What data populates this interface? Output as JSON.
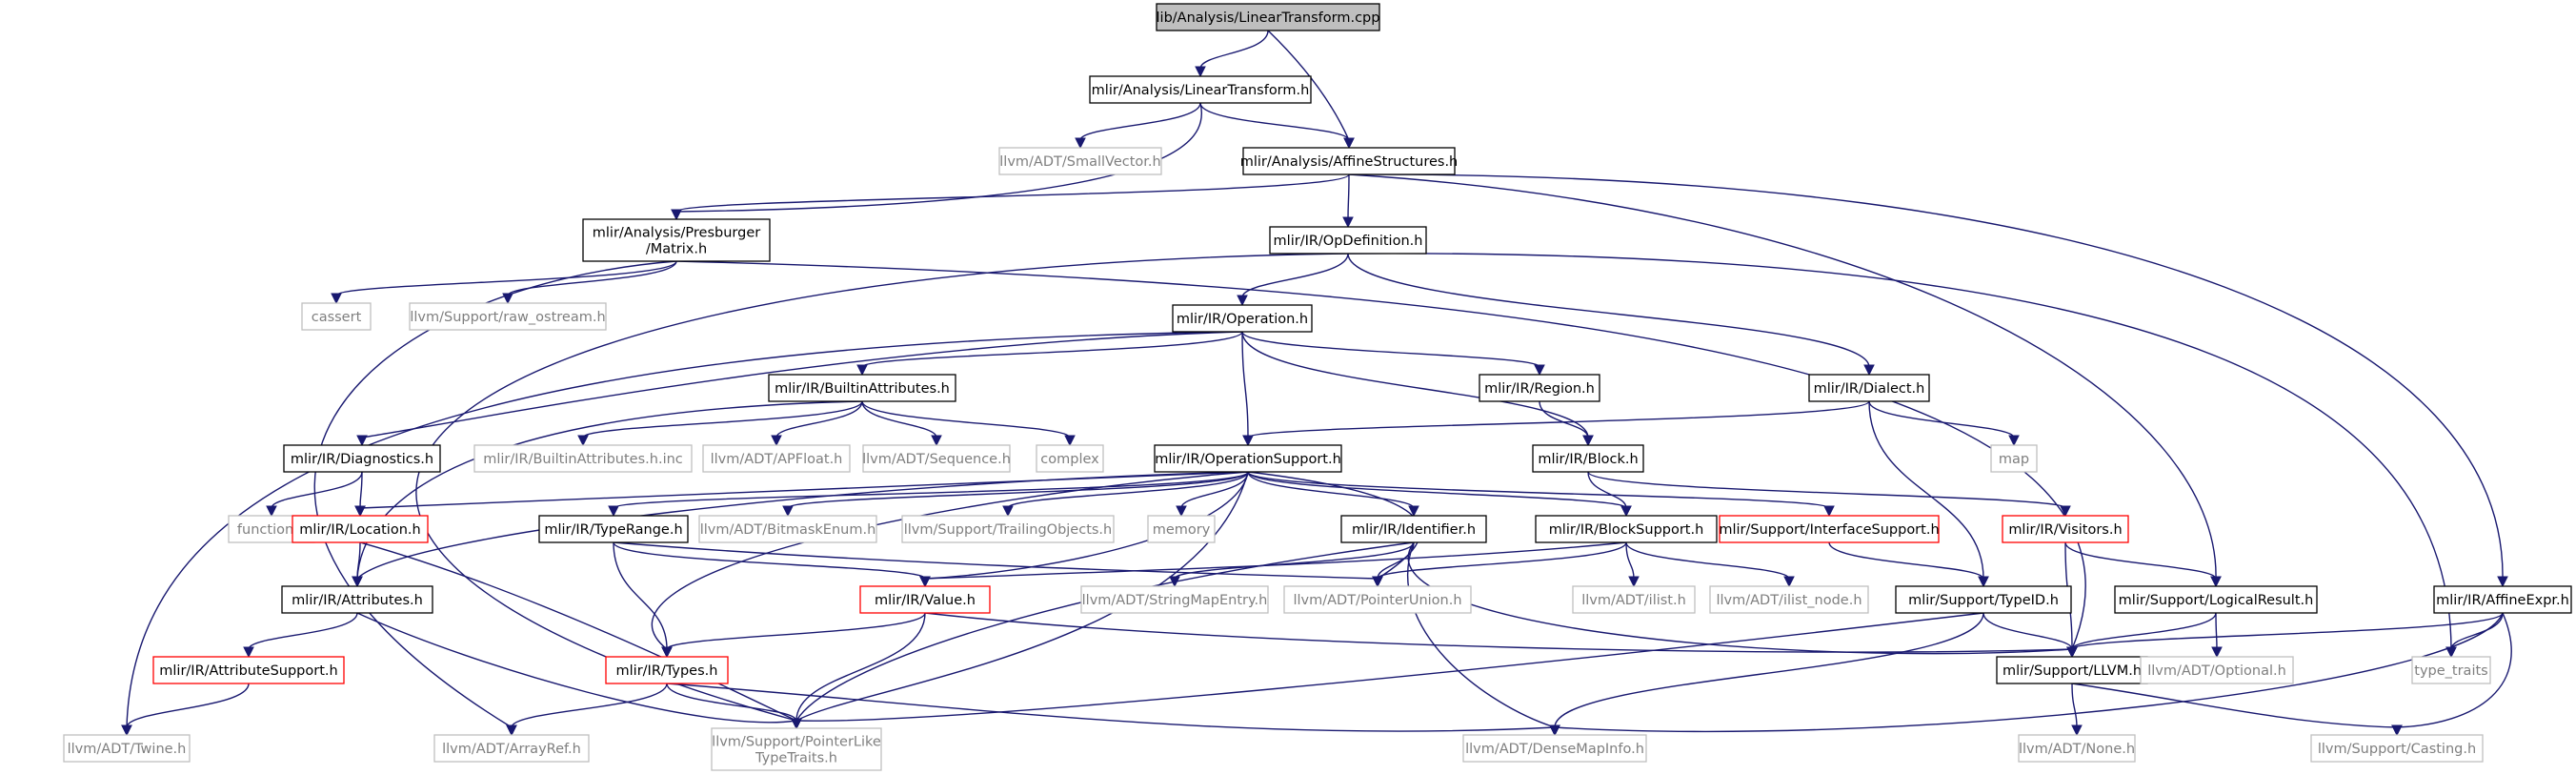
{
  "graph": {
    "colors": {
      "edge": "#191970",
      "border_normal": "#000000",
      "border_external": "#bfbfbf",
      "border_truncated": "#ff0000",
      "root_fill": "#bfbfbf",
      "text_normal": "#000000",
      "text_external": "#7f7f7f"
    },
    "nodes": [
      {
        "id": "root",
        "label": "lib/Analysis/LinearTransform.cpp",
        "kind": "root"
      },
      {
        "id": "lt",
        "label": "mlir/Analysis/LinearTransform.h",
        "kind": "normal"
      },
      {
        "id": "smallvec",
        "label": "llvm/ADT/SmallVector.h",
        "kind": "external"
      },
      {
        "id": "affstruct",
        "label": "mlir/Analysis/AffineStructures.h",
        "kind": "normal"
      },
      {
        "id": "matrix",
        "label": "mlir/Analysis/Presburger\n/Matrix.h",
        "kind": "normal"
      },
      {
        "id": "opdef",
        "label": "mlir/IR/OpDefinition.h",
        "kind": "normal"
      },
      {
        "id": "rawos",
        "label": "llvm/Support/raw_ostream.h",
        "kind": "external"
      },
      {
        "id": "cassert",
        "label": "cassert",
        "kind": "external"
      },
      {
        "id": "operation",
        "label": "mlir/IR/Operation.h",
        "kind": "normal"
      },
      {
        "id": "builtinattr",
        "label": "mlir/IR/BuiltinAttributes.h",
        "kind": "normal"
      },
      {
        "id": "region",
        "label": "mlir/IR/Region.h",
        "kind": "normal"
      },
      {
        "id": "dialect",
        "label": "mlir/IR/Dialect.h",
        "kind": "normal"
      },
      {
        "id": "diagnostics",
        "label": "mlir/IR/Diagnostics.h",
        "kind": "normal"
      },
      {
        "id": "builtininc",
        "label": "mlir/IR/BuiltinAttributes.h.inc",
        "kind": "external"
      },
      {
        "id": "apfloat",
        "label": "llvm/ADT/APFloat.h",
        "kind": "external"
      },
      {
        "id": "sequence",
        "label": "llvm/ADT/Sequence.h",
        "kind": "external"
      },
      {
        "id": "complex",
        "label": "complex",
        "kind": "external"
      },
      {
        "id": "opsupport",
        "label": "mlir/IR/OperationSupport.h",
        "kind": "normal"
      },
      {
        "id": "block",
        "label": "mlir/IR/Block.h",
        "kind": "normal"
      },
      {
        "id": "map",
        "label": "map",
        "kind": "external"
      },
      {
        "id": "functional",
        "label": "functional",
        "kind": "external"
      },
      {
        "id": "location",
        "label": "mlir/IR/Location.h",
        "kind": "truncated"
      },
      {
        "id": "typerange",
        "label": "mlir/IR/TypeRange.h",
        "kind": "normal"
      },
      {
        "id": "bitmask",
        "label": "llvm/ADT/BitmaskEnum.h",
        "kind": "external"
      },
      {
        "id": "trailing",
        "label": "llvm/Support/TrailingObjects.h",
        "kind": "external"
      },
      {
        "id": "memory",
        "label": "memory",
        "kind": "external"
      },
      {
        "id": "identifier",
        "label": "mlir/IR/Identifier.h",
        "kind": "normal"
      },
      {
        "id": "blocksupport",
        "label": "mlir/IR/BlockSupport.h",
        "kind": "normal"
      },
      {
        "id": "ifacesupport",
        "label": "mlir/Support/InterfaceSupport.h",
        "kind": "truncated"
      },
      {
        "id": "visitors",
        "label": "mlir/IR/Visitors.h",
        "kind": "truncated"
      },
      {
        "id": "attributes",
        "label": "mlir/IR/Attributes.h",
        "kind": "normal"
      },
      {
        "id": "value",
        "label": "mlir/IR/Value.h",
        "kind": "truncated"
      },
      {
        "id": "strmapentry",
        "label": "llvm/ADT/StringMapEntry.h",
        "kind": "external"
      },
      {
        "id": "ptrunion",
        "label": "llvm/ADT/PointerUnion.h",
        "kind": "external"
      },
      {
        "id": "ilist",
        "label": "llvm/ADT/ilist.h",
        "kind": "external"
      },
      {
        "id": "ilistnode",
        "label": "llvm/ADT/ilist_node.h",
        "kind": "external"
      },
      {
        "id": "typeid",
        "label": "mlir/Support/TypeID.h",
        "kind": "normal"
      },
      {
        "id": "logicalresult",
        "label": "mlir/Support/LogicalResult.h",
        "kind": "normal"
      },
      {
        "id": "affineexpr",
        "label": "mlir/IR/AffineExpr.h",
        "kind": "normal"
      },
      {
        "id": "attrsupport",
        "label": "mlir/IR/AttributeSupport.h",
        "kind": "truncated"
      },
      {
        "id": "types",
        "label": "mlir/IR/Types.h",
        "kind": "truncated"
      },
      {
        "id": "llvmh",
        "label": "mlir/Support/LLVM.h",
        "kind": "normal"
      },
      {
        "id": "optional",
        "label": "llvm/ADT/Optional.h",
        "kind": "external"
      },
      {
        "id": "typetraits",
        "label": "type_traits",
        "kind": "external"
      },
      {
        "id": "twine",
        "label": "llvm/ADT/Twine.h",
        "kind": "external"
      },
      {
        "id": "arrayref",
        "label": "llvm/ADT/ArrayRef.h",
        "kind": "external"
      },
      {
        "id": "ptrlike",
        "label": "llvm/Support/PointerLike\nTypeTraits.h",
        "kind": "external"
      },
      {
        "id": "densemapinfo",
        "label": "llvm/ADT/DenseMapInfo.h",
        "kind": "external"
      },
      {
        "id": "none",
        "label": "llvm/ADT/None.h",
        "kind": "external"
      },
      {
        "id": "casting",
        "label": "llvm/Support/Casting.h",
        "kind": "external"
      }
    ],
    "edges": [
      [
        "root",
        "lt"
      ],
      [
        "root",
        "affstruct"
      ],
      [
        "lt",
        "smallvec"
      ],
      [
        "lt",
        "affstruct"
      ],
      [
        "lt",
        "matrix"
      ],
      [
        "affstruct",
        "matrix"
      ],
      [
        "affstruct",
        "opdef"
      ],
      [
        "affstruct",
        "logicalresult"
      ],
      [
        "affstruct",
        "affineexpr"
      ],
      [
        "matrix",
        "rawos"
      ],
      [
        "matrix",
        "cassert"
      ],
      [
        "matrix",
        "arrayref"
      ],
      [
        "matrix",
        "llvmh"
      ],
      [
        "opdef",
        "operation"
      ],
      [
        "opdef",
        "dialect"
      ],
      [
        "opdef",
        "typetraits"
      ],
      [
        "opdef",
        "ptrlike"
      ],
      [
        "operation",
        "builtinattr"
      ],
      [
        "operation",
        "region"
      ],
      [
        "operation",
        "block"
      ],
      [
        "operation",
        "opsupport"
      ],
      [
        "operation",
        "diagnostics"
      ],
      [
        "operation",
        "twine"
      ],
      [
        "builtinattr",
        "builtininc"
      ],
      [
        "builtinattr",
        "apfloat"
      ],
      [
        "builtinattr",
        "sequence"
      ],
      [
        "builtinattr",
        "complex"
      ],
      [
        "builtinattr",
        "attributes"
      ],
      [
        "region",
        "block"
      ],
      [
        "dialect",
        "opsupport"
      ],
      [
        "dialect",
        "map"
      ],
      [
        "dialect",
        "typeid"
      ],
      [
        "diagnostics",
        "functional"
      ],
      [
        "diagnostics",
        "location"
      ],
      [
        "opsupport",
        "location"
      ],
      [
        "opsupport",
        "attributes"
      ],
      [
        "opsupport",
        "typerange"
      ],
      [
        "opsupport",
        "bitmask"
      ],
      [
        "opsupport",
        "trailing"
      ],
      [
        "opsupport",
        "memory"
      ],
      [
        "opsupport",
        "identifier"
      ],
      [
        "opsupport",
        "blocksupport"
      ],
      [
        "opsupport",
        "ifacesupport"
      ],
      [
        "opsupport",
        "value"
      ],
      [
        "opsupport",
        "types"
      ],
      [
        "opsupport",
        "ptrunion"
      ],
      [
        "opsupport",
        "ptrlike"
      ],
      [
        "block",
        "blocksupport"
      ],
      [
        "block",
        "visitors"
      ],
      [
        "location",
        "attributes"
      ],
      [
        "location",
        "ptrlike"
      ],
      [
        "typerange",
        "value"
      ],
      [
        "typerange",
        "types"
      ],
      [
        "typerange",
        "ptrunion"
      ],
      [
        "identifier",
        "strmapentry"
      ],
      [
        "identifier",
        "ptrunion"
      ],
      [
        "identifier",
        "densemapinfo"
      ],
      [
        "identifier",
        "llvmh"
      ],
      [
        "identifier",
        "ptrlike"
      ],
      [
        "blocksupport",
        "value"
      ],
      [
        "blocksupport",
        "ptrunion"
      ],
      [
        "blocksupport",
        "ilist"
      ],
      [
        "blocksupport",
        "ilistnode"
      ],
      [
        "ifacesupport",
        "typeid"
      ],
      [
        "visitors",
        "llvmh"
      ],
      [
        "visitors",
        "logicalresult"
      ],
      [
        "attributes",
        "attrsupport"
      ],
      [
        "attributes",
        "ptrlike"
      ],
      [
        "value",
        "types"
      ],
      [
        "value",
        "ptrlike"
      ],
      [
        "value",
        "llvmh"
      ],
      [
        "typeid",
        "llvmh"
      ],
      [
        "typeid",
        "densemapinfo"
      ],
      [
        "typeid",
        "ptrlike"
      ],
      [
        "logicalresult",
        "llvmh"
      ],
      [
        "logicalresult",
        "optional"
      ],
      [
        "affineexpr",
        "llvmh"
      ],
      [
        "affineexpr",
        "typetraits"
      ],
      [
        "affineexpr",
        "casting"
      ],
      [
        "affineexpr",
        "densemapinfo"
      ],
      [
        "attrsupport",
        "twine"
      ],
      [
        "types",
        "arrayref"
      ],
      [
        "types",
        "ptrlike"
      ],
      [
        "types",
        "densemapinfo"
      ],
      [
        "llvmh",
        "none"
      ],
      [
        "llvmh",
        "casting"
      ]
    ]
  }
}
